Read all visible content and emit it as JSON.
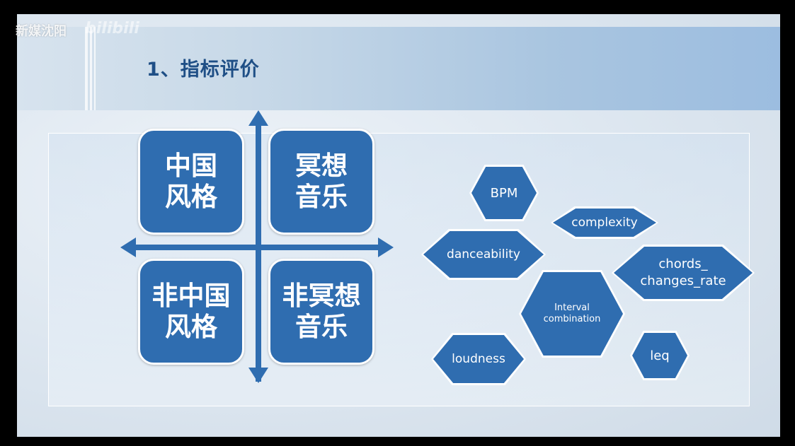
{
  "watermark": {
    "text": "新媒沈阳",
    "logo": "bilibili"
  },
  "slide": {
    "title": "1、指标评价"
  },
  "quadrants": [
    {
      "label": "中国\n风格"
    },
    {
      "label": "冥想\n音乐"
    },
    {
      "label": "非中国\n风格"
    },
    {
      "label": "非冥想\n音乐"
    }
  ],
  "indicators": [
    {
      "label": "BPM"
    },
    {
      "label": "complexity"
    },
    {
      "label": "danceability"
    },
    {
      "label": "chords_\nchanges_rate"
    },
    {
      "label": "Interval\ncombination"
    },
    {
      "label": "loudness"
    },
    {
      "label": "leq"
    }
  ],
  "colors": {
    "accent": "#2f6db0",
    "title": "#1f4f86"
  }
}
